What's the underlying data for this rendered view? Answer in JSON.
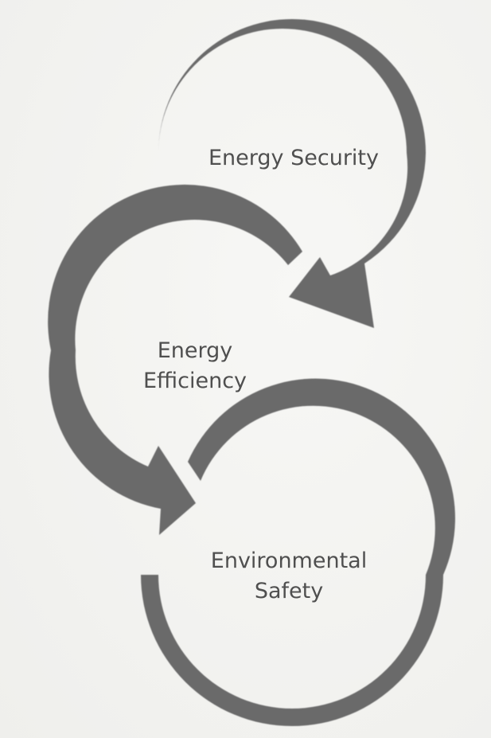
{
  "diagram": {
    "stroke_color": "#6a6a6a",
    "nodes": [
      {
        "id": "security",
        "lines": [
          "Energy Security"
        ]
      },
      {
        "id": "efficiency",
        "lines": [
          "Energy",
          "Efficiency"
        ]
      },
      {
        "id": "safety",
        "lines": [
          "Environmental",
          "Safety"
        ]
      }
    ],
    "connections": [
      {
        "from": "security",
        "to": "efficiency"
      },
      {
        "from": "efficiency",
        "to": "safety"
      }
    ]
  }
}
